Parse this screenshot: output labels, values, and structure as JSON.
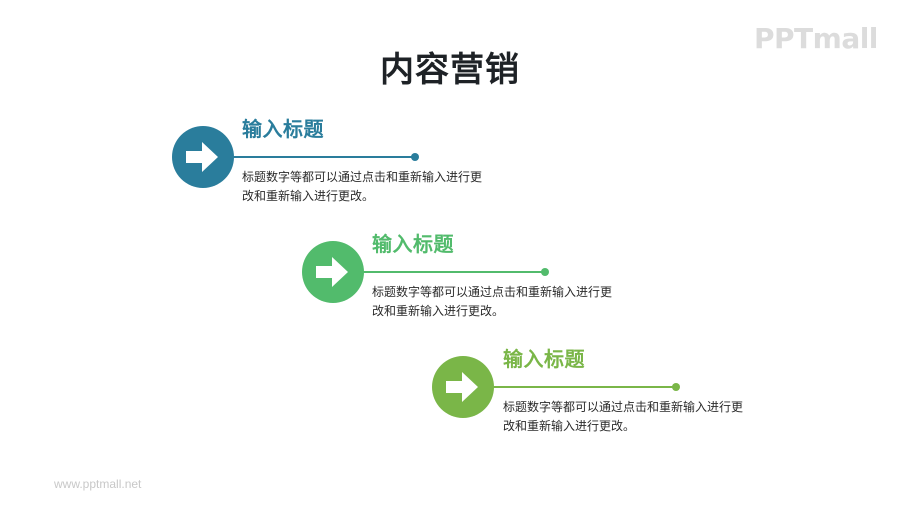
{
  "slide": {
    "title": "内容营销",
    "logo": "PPTmall",
    "footer_url": "www.pptmall.net"
  },
  "steps": [
    {
      "title": "输入标题",
      "description": "标题数字等都可以通过点击和重新输入进行更改和重新输入进行更改。",
      "icon": "arrow-right-icon",
      "color": "#2a7d9c"
    },
    {
      "title": "输入标题",
      "description": "标题数字等都可以通过点击和重新输入进行更改和重新输入进行更改。",
      "icon": "arrow-right-icon",
      "color": "#52bb6c"
    },
    {
      "title": "输入标题",
      "description": "标题数字等都可以通过点击和重新输入进行更改和重新输入进行更改。",
      "icon": "arrow-right-icon",
      "color": "#7ab648"
    }
  ]
}
